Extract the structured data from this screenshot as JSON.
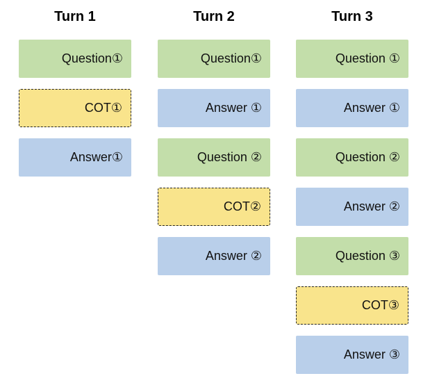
{
  "diagram": {
    "colors": {
      "question": "#c3deaa",
      "answer": "#b9cfea",
      "cot": "#f9e48c"
    },
    "columns": [
      {
        "title": "Turn 1",
        "items": [
          {
            "kind": "question",
            "label": "Question①"
          },
          {
            "kind": "cot",
            "label": "COT①"
          },
          {
            "kind": "answer",
            "label": "Answer①"
          }
        ]
      },
      {
        "title": "Turn 2",
        "items": [
          {
            "kind": "question",
            "label": "Question①"
          },
          {
            "kind": "answer",
            "label": "Answer ①"
          },
          {
            "kind": "question",
            "label": "Question ②"
          },
          {
            "kind": "cot",
            "label": "COT②"
          },
          {
            "kind": "answer",
            "label": "Answer ②"
          }
        ]
      },
      {
        "title": "Turn 3",
        "items": [
          {
            "kind": "question",
            "label": "Question ①"
          },
          {
            "kind": "answer",
            "label": "Answer ①"
          },
          {
            "kind": "question",
            "label": "Question ②"
          },
          {
            "kind": "answer",
            "label": "Answer ②"
          },
          {
            "kind": "question",
            "label": "Question ③"
          },
          {
            "kind": "cot",
            "label": "COT③"
          },
          {
            "kind": "answer",
            "label": "Answer ③"
          }
        ]
      }
    ]
  }
}
